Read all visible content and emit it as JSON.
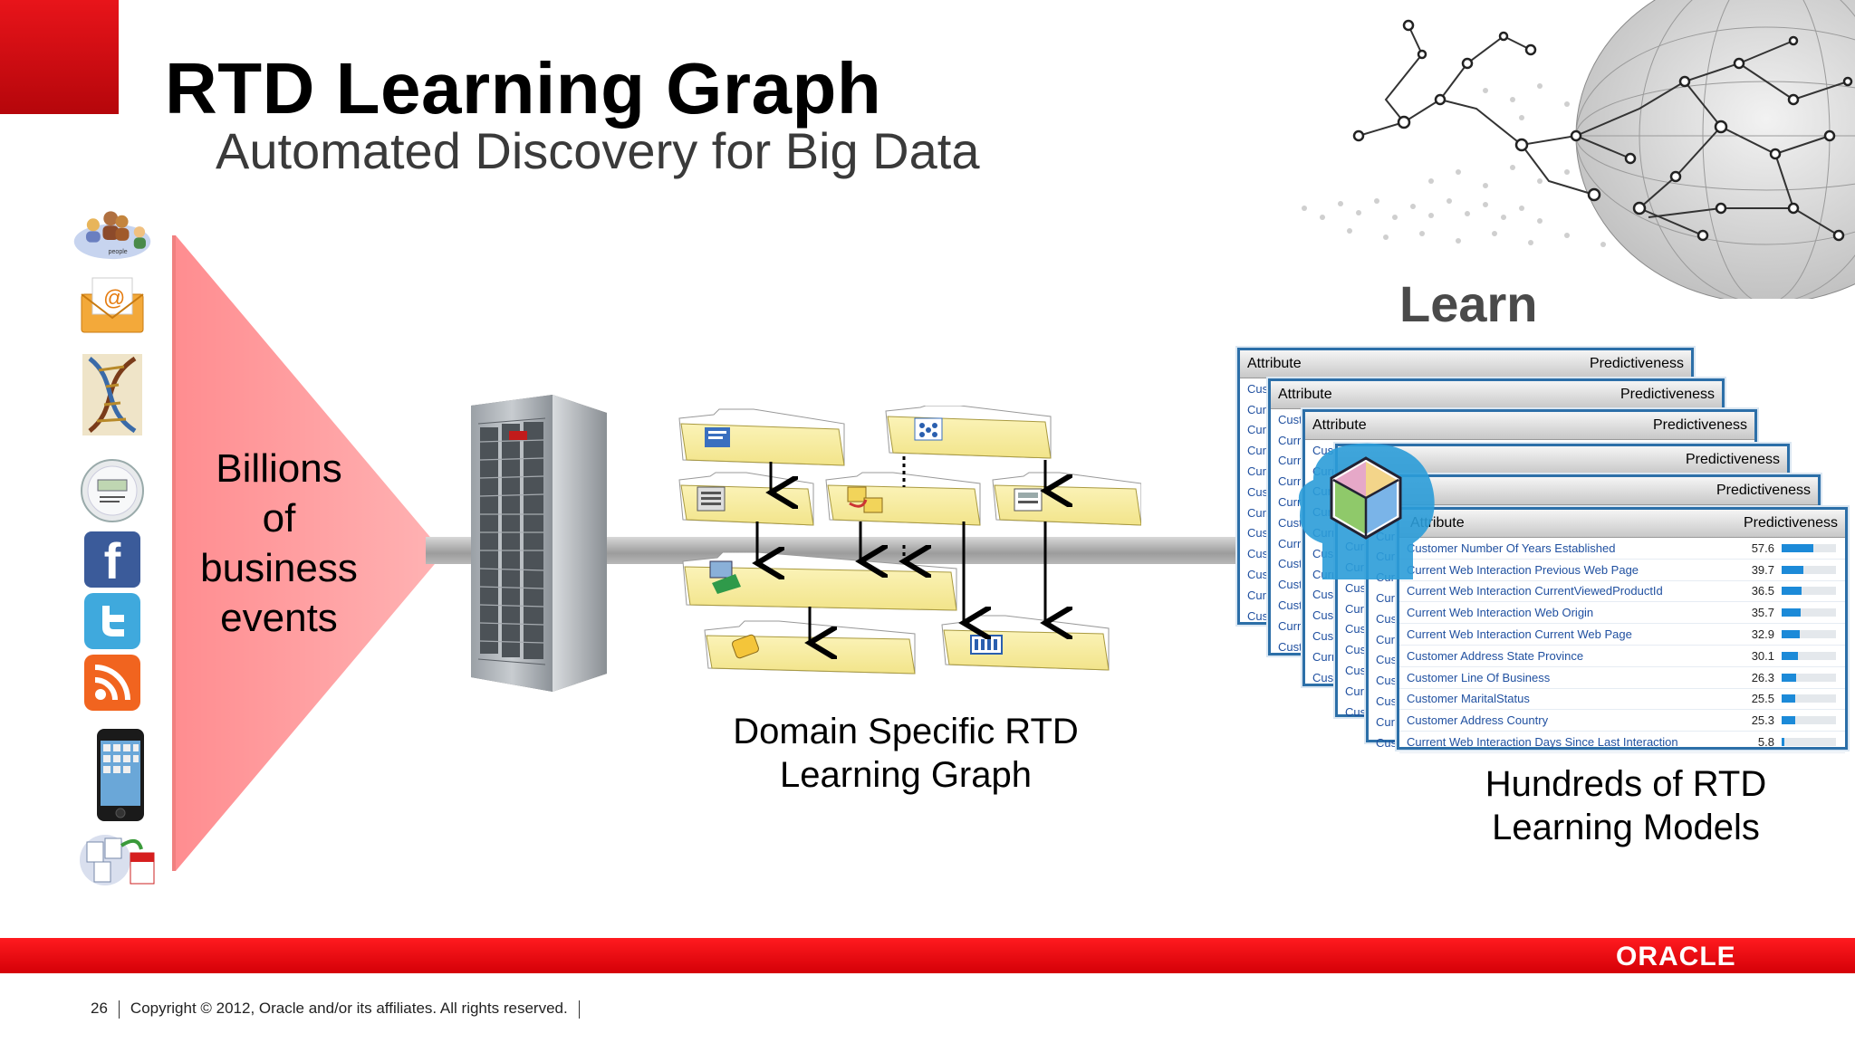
{
  "slide": {
    "title": "RTD Learning Graph",
    "subtitle": "Automated Discovery for Big Data",
    "learn_label": "Learn",
    "funnel_text": [
      "Billions",
      "of",
      "business",
      "events"
    ],
    "graph_caption": [
      "Domain Specific RTD",
      "Learning Graph"
    ],
    "models_caption": [
      "Hundreds of RTD",
      "Learning Models"
    ],
    "people_icon_text": "people"
  },
  "sources": [
    {
      "icon": "people-icon"
    },
    {
      "icon": "email-icon"
    },
    {
      "icon": "dna-icon"
    },
    {
      "icon": "meter-icon"
    },
    {
      "icon": "facebook-icon"
    },
    {
      "icon": "twitter-icon"
    },
    {
      "icon": "rss-icon"
    },
    {
      "icon": "smartphone-icon"
    },
    {
      "icon": "documents-icon"
    }
  ],
  "models_table": {
    "header_attribute": "Attribute",
    "header_predictiveness": "Predictiveness",
    "rows": [
      {
        "attribute": "Customer Number Of Years Established",
        "value": "57.6",
        "fraction": 0.576
      },
      {
        "attribute": "Current Web Interaction Previous Web Page",
        "value": "39.7",
        "fraction": 0.397
      },
      {
        "attribute": "Current Web Interaction CurrentViewedProductId",
        "value": "36.5",
        "fraction": 0.365
      },
      {
        "attribute": "Current Web Interaction Web Origin",
        "value": "35.7",
        "fraction": 0.357
      },
      {
        "attribute": "Current Web Interaction Current Web Page",
        "value": "32.9",
        "fraction": 0.329
      },
      {
        "attribute": "Customer Address State Province",
        "value": "30.1",
        "fraction": 0.301
      },
      {
        "attribute": "Customer Line Of Business",
        "value": "26.3",
        "fraction": 0.263
      },
      {
        "attribute": "Customer MaritalStatus",
        "value": "25.5",
        "fraction": 0.255
      },
      {
        "attribute": "Customer Address Country",
        "value": "25.3",
        "fraction": 0.253
      },
      {
        "attribute": "Current Web Interaction Days Since Last Interaction",
        "value": "5.8",
        "fraction": 0.058
      }
    ],
    "stub_labels": [
      "Cust",
      "Curr",
      "Curr",
      "Curr",
      "Curr",
      "Cust",
      "Curr",
      "Cust",
      "Cust",
      "Cust",
      "Curr",
      "Cust"
    ]
  },
  "brand": {
    "logo_text": "ORACLE",
    "accent": "#e8141a",
    "panel_border": "#2c6fa8",
    "bar_color": "#1c8ad8",
    "folder_color": "#f7eda0"
  },
  "footer": {
    "page_number": "26",
    "copyright": "Copyright © 2012, Oracle and/or its affiliates. All rights reserved."
  }
}
